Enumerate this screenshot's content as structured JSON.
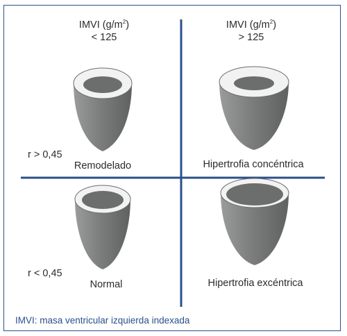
{
  "header": {
    "left": {
      "line1_prefix": "IMVI (g/m",
      "line1_sup": "2",
      "line1_suffix": ")",
      "line2": "< 125"
    },
    "right": {
      "line1_prefix": "IMVI (g/m",
      "line1_sup": "2",
      "line1_suffix": ")",
      "line2": "> 125"
    }
  },
  "rows": {
    "top": {
      "ratio": "r > 0,45"
    },
    "bottom": {
      "ratio": "r < 0,45"
    }
  },
  "quadrants": {
    "top_left": "Remodelado",
    "top_right": "Hipertrofia concéntrica",
    "bottom_left": "Normal",
    "bottom_right": "Hipertrofia excéntrica"
  },
  "footnote": "IMVI: masa ventricular izquierda indexada",
  "colors": {
    "axis": "#2a4f8c",
    "border": "#2a4f8c",
    "ventricle_fill": "#787a79",
    "ventricle_rim": "#f2f2f2",
    "footnote": "#2a4f8c"
  }
}
